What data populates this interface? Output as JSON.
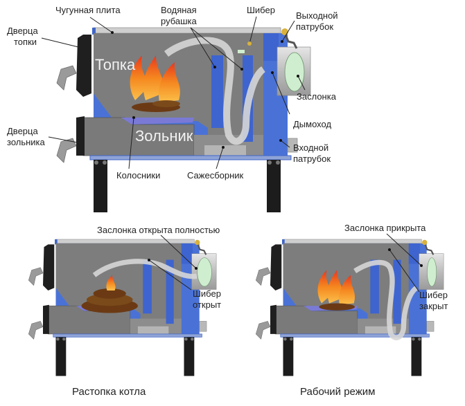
{
  "main_diagram": {
    "labels": {
      "cast_iron_plate": "Чугунная плита",
      "water_jacket_line1": "Водяная",
      "water_jacket_line2": "рубашка",
      "damper": "Шибер",
      "outlet_pipe_line1": "Выходной",
      "outlet_pipe_line2": "патрубок",
      "firebox_door_line1": "Дверца",
      "firebox_door_line2": "топки",
      "firebox": "Топка",
      "flap": "Заслонка",
      "chimney": "Дымоход",
      "ash_door_line1": "Дверца",
      "ash_door_line2": "зольника",
      "ash_pan": "Зольник",
      "inlet_pipe_line1": "Входной",
      "inlet_pipe_line2": "патрубок",
      "grates": "Колосники",
      "soot_collector": "Сажесборник"
    }
  },
  "kindling_diagram": {
    "caption": "Растопка котла",
    "flap_state": "Заслонка открыта полностью",
    "damper_state_line1": "Шибер",
    "damper_state_line2": "открыт"
  },
  "working_diagram": {
    "caption": "Рабочий режим",
    "flap_state": "Заслонка прикрыта",
    "damper_state_line1": "Шибер",
    "damper_state_line2": "закрыт"
  },
  "colors": {
    "body": "#7b7b7b",
    "jacket": "#4a72d6",
    "flame": "#f27a1a",
    "flap": "#cfeecf",
    "legs": "#1c1c1c"
  }
}
